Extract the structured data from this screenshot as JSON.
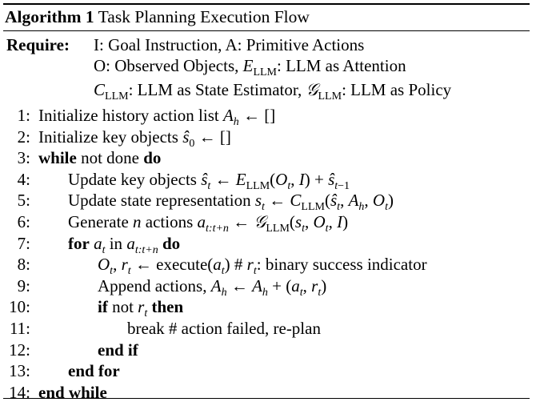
{
  "algorithm": {
    "label": "Algorithm 1",
    "title": "Task Planning Execution Flow"
  },
  "require": {
    "keyword": "Require:",
    "lines": [
      "I: Goal Instruction, A: Primitive Actions",
      "O: Observed Objects, E_LLM: LLM as Attention",
      "C_LLM: LLM as State Estimator, G_LLM: LLM as Policy"
    ]
  },
  "steps": [
    {
      "num": "1:",
      "text": "Initialize history action list A_h ← []"
    },
    {
      "num": "2:",
      "text": "Initialize key objects ŝ_0 ← []"
    },
    {
      "num": "3:",
      "text": "while not done do"
    },
    {
      "num": "4:",
      "text": "Update key objects ŝ_t ← E_LLM(O_t, I) + ŝ_{t−1}"
    },
    {
      "num": "5:",
      "text": "Update state representation s_t ← C_LLM(ŝ_t, A_h, O_t)"
    },
    {
      "num": "6:",
      "text": "Generate n actions a_{t:t+n} ← G_LLM(s_t, O_t, I)"
    },
    {
      "num": "7:",
      "text": "for a_t in a_{t:t+n} do"
    },
    {
      "num": "8:",
      "text": "O_t, r_t ← execute(a_t) # r_t: binary success indicator"
    },
    {
      "num": "9:",
      "text": "Append actions, A_h ← A_h + (a_t, r_t)"
    },
    {
      "num": "10:",
      "text": "if not r_t then"
    },
    {
      "num": "11:",
      "text": "break # action failed, re-plan"
    },
    {
      "num": "12:",
      "text": "end if"
    },
    {
      "num": "13:",
      "text": "end for"
    },
    {
      "num": "14:",
      "text": "end while"
    }
  ]
}
